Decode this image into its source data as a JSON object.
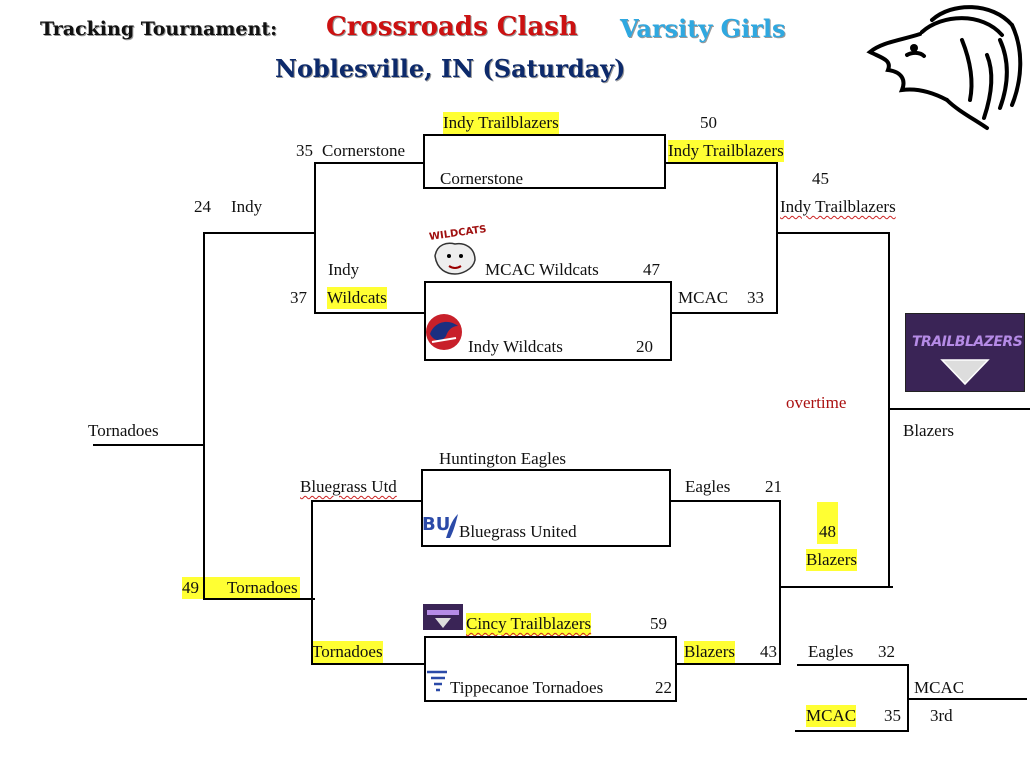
{
  "header": {
    "prefix": "Tracking Tournament:",
    "event": "Crossroads Clash",
    "division": "Varsity Girls",
    "location": "Noblesville, IN (Saturday)",
    "colors": {
      "event": "#cc1111",
      "division": "#2fa8e0",
      "location": "#0d2a6b"
    }
  },
  "bracket": {
    "g1": {
      "top_team": "Indy Trailblazers",
      "top_score": "50",
      "bottom_team": "Cornerstone",
      "left_label": "Cornerstone",
      "left_score": "35",
      "winner": "Indy Trailblazers"
    },
    "g2": {
      "top_team": "MCAC Wildcats",
      "top_score": "47",
      "bottom_team": "Indy Wildcats",
      "bottom_score": "20",
      "left_label_line1": "Indy",
      "left_label_line2": "Wildcats",
      "left_score": "37",
      "winner": "MCAC",
      "winner_score": "33"
    },
    "semi_top": {
      "left_label": "Indy",
      "left_score": "24",
      "winner": "Indy Trailblazers",
      "winner_score": "45"
    },
    "g3": {
      "top_team": "Huntington Eagles",
      "bottom_team": "Bluegrass United",
      "left_label": "Bluegrass Utd",
      "winner": "Eagles",
      "winner_score": "21"
    },
    "g4": {
      "top_team": "Cincy Trailblazers",
      "top_score": "59",
      "bottom_team": "Tippecanoe Tornadoes",
      "bottom_score": "22",
      "left_label": "Tornadoes",
      "winner": "Blazers",
      "winner_score": "43"
    },
    "semi_bottom": {
      "left_label": "Tornadoes",
      "left_score": "49",
      "winner_score": "48",
      "winner": "Blazers"
    },
    "left_final": "Tornadoes",
    "final": {
      "note": "overtime",
      "champion": "Blazers"
    },
    "third_place": {
      "team1": "Eagles",
      "score1": "32",
      "team2": "MCAC",
      "score2": "35",
      "winner": "MCAC",
      "label": "3rd"
    }
  },
  "logos": {
    "wildcats_text": "WILDCATS",
    "trailblazers_text": "TRAILBLAZERS",
    "bu_text": "BU"
  }
}
